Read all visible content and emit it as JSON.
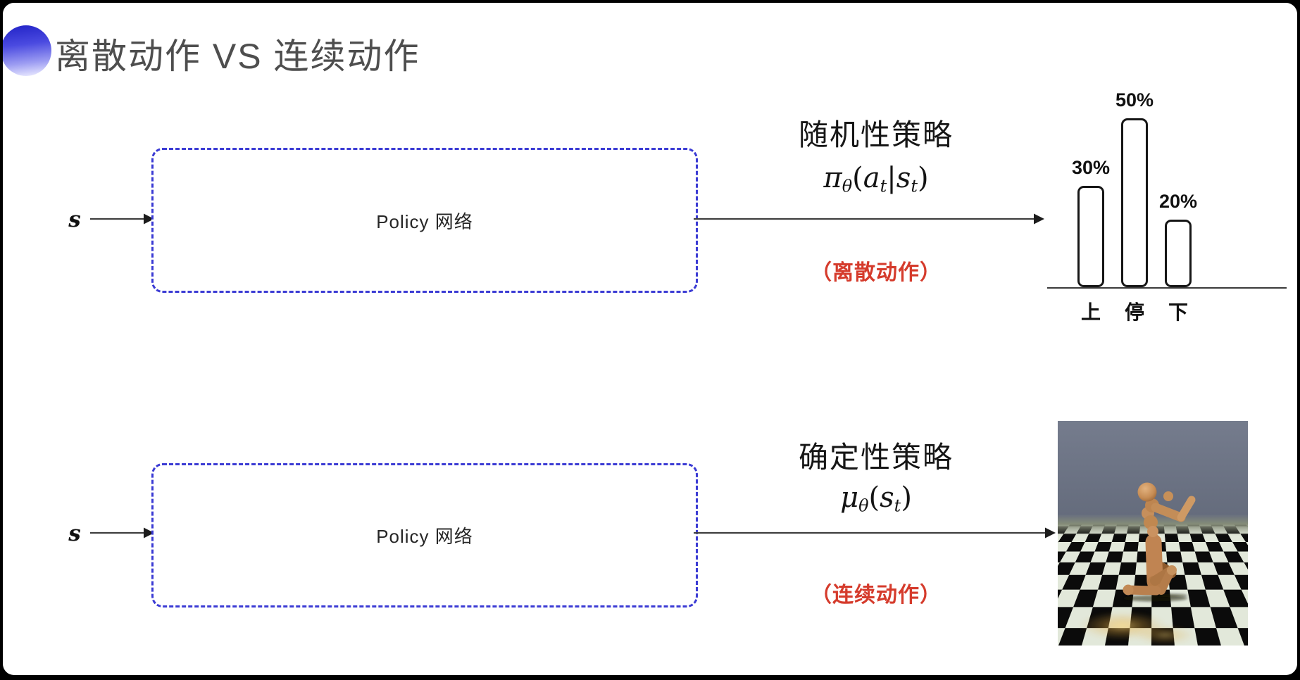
{
  "title": {
    "text": "离散动作 VS 连续动作"
  },
  "rows": [
    {
      "input": "s",
      "box_label": "Policy 网络",
      "policy_name": "随机性策略",
      "formula": {
        "parts": [
          "π",
          "θ",
          "(",
          "a",
          "t",
          "|",
          "s",
          "t",
          ")"
        ]
      },
      "caption": "（离散动作）"
    },
    {
      "input": "s",
      "box_label": "Policy 网络",
      "policy_name": "确定性策略",
      "formula": {
        "parts": [
          "μ",
          "θ",
          "(",
          "s",
          "t",
          ")"
        ]
      },
      "caption": "（连续动作）"
    }
  ],
  "chart_data": {
    "type": "bar",
    "categories": [
      "上",
      "停",
      "下"
    ],
    "values": [
      30,
      50,
      20
    ],
    "value_labels": [
      "30%",
      "50%",
      "20%"
    ],
    "title": "",
    "xlabel": "",
    "ylabel": "",
    "ylim": [
      0,
      55
    ],
    "grid": false,
    "legend": false,
    "bar_fill": "#ffffff",
    "bar_stroke": "#161616"
  },
  "illustration": {
    "name": "mujoco-humanoid-render"
  },
  "colors": {
    "accent_blue": "#3b3bd4",
    "caption_red": "#d53b2c",
    "title_gray": "#4e4e4e",
    "text_black": "#161616",
    "sky": "#6e7585",
    "floor_light": "#e2e8da",
    "floor_dark": "#0b0b0b",
    "robot_tan": "#c48c56"
  }
}
